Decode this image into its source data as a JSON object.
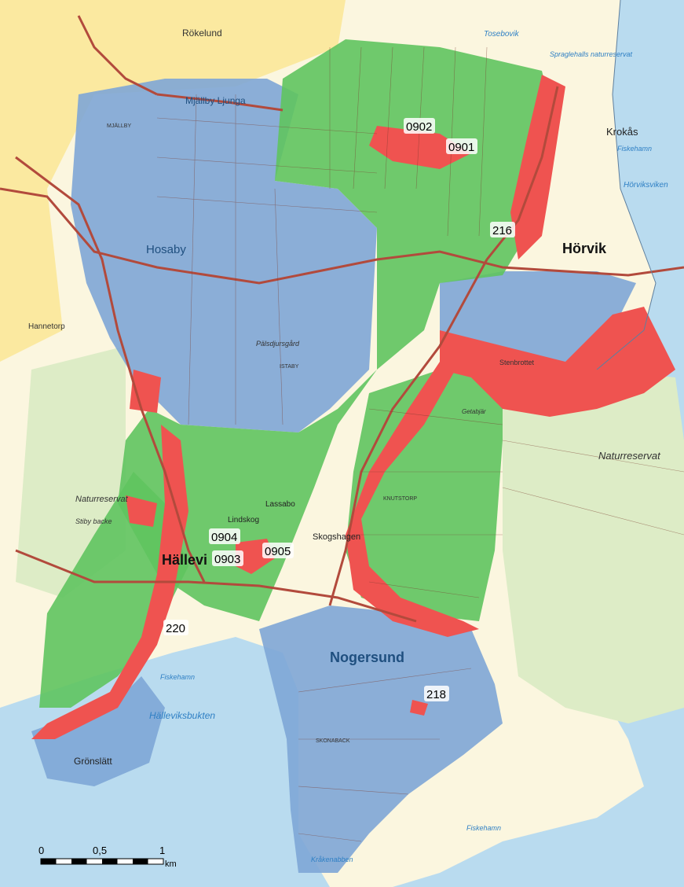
{
  "colors": {
    "sea": "#b9dbef",
    "land": "#fbf6df",
    "farmland": "#fbe9a0",
    "reserve": "#ddecc6",
    "zone_blue": "#7ea6d6",
    "zone_green": "#5fc45f",
    "zone_red": "#ef5350",
    "road": "#b24a3c",
    "plot_line": "#7a3b2e",
    "water_text": "#2e7fc4"
  },
  "places": {
    "rokelund": "Rökelund",
    "mjallby_ljunga": "Mjällby Ljunga",
    "hosaby": "Hosaby",
    "krokas": "Krokås",
    "horvik": "Hörvik",
    "hannetorp": "Hannetorp",
    "stenbrottet": "Stenbrottet",
    "naturreservat_east": "Naturreservat",
    "naturreservat_west": "Naturreservat",
    "lassabo": "Lassabo",
    "lindskog": "Lindskog",
    "skogshagen": "Skogshagen",
    "hallevik": "Hällevi",
    "nogersund": "Nogersund",
    "gronslatt": "Grönslätt",
    "stiby_backe": "Stiby backe",
    "palsdjursgard": "Pälsdjursgård",
    "mjallby": "MJÄLLBY",
    "istaby": "ISTABY",
    "knutstorp": "KNUTSTORP",
    "skonabacke": "SKONABACK",
    "getabjar": "Getabjär"
  },
  "water": {
    "hallevikbukten": "Hälleviksbukten",
    "fiskehamn_1": "Fiskehamn",
    "fiskehamn_2": "Fiskehamn",
    "fiskehamn_3": "Fiskehamn",
    "horviksviken": "Hörviksviken",
    "tosebovik": "Tosebovik",
    "krakenabben": "Kråkenabben",
    "spraglehalls": "Spraglehalls naturreservat"
  },
  "zones": [
    "0902",
    "0901",
    "216",
    "0904",
    "0903",
    "0905",
    "220",
    "218"
  ],
  "scale": {
    "ticks": [
      "0",
      "0,5",
      "1"
    ],
    "unit": "km"
  }
}
